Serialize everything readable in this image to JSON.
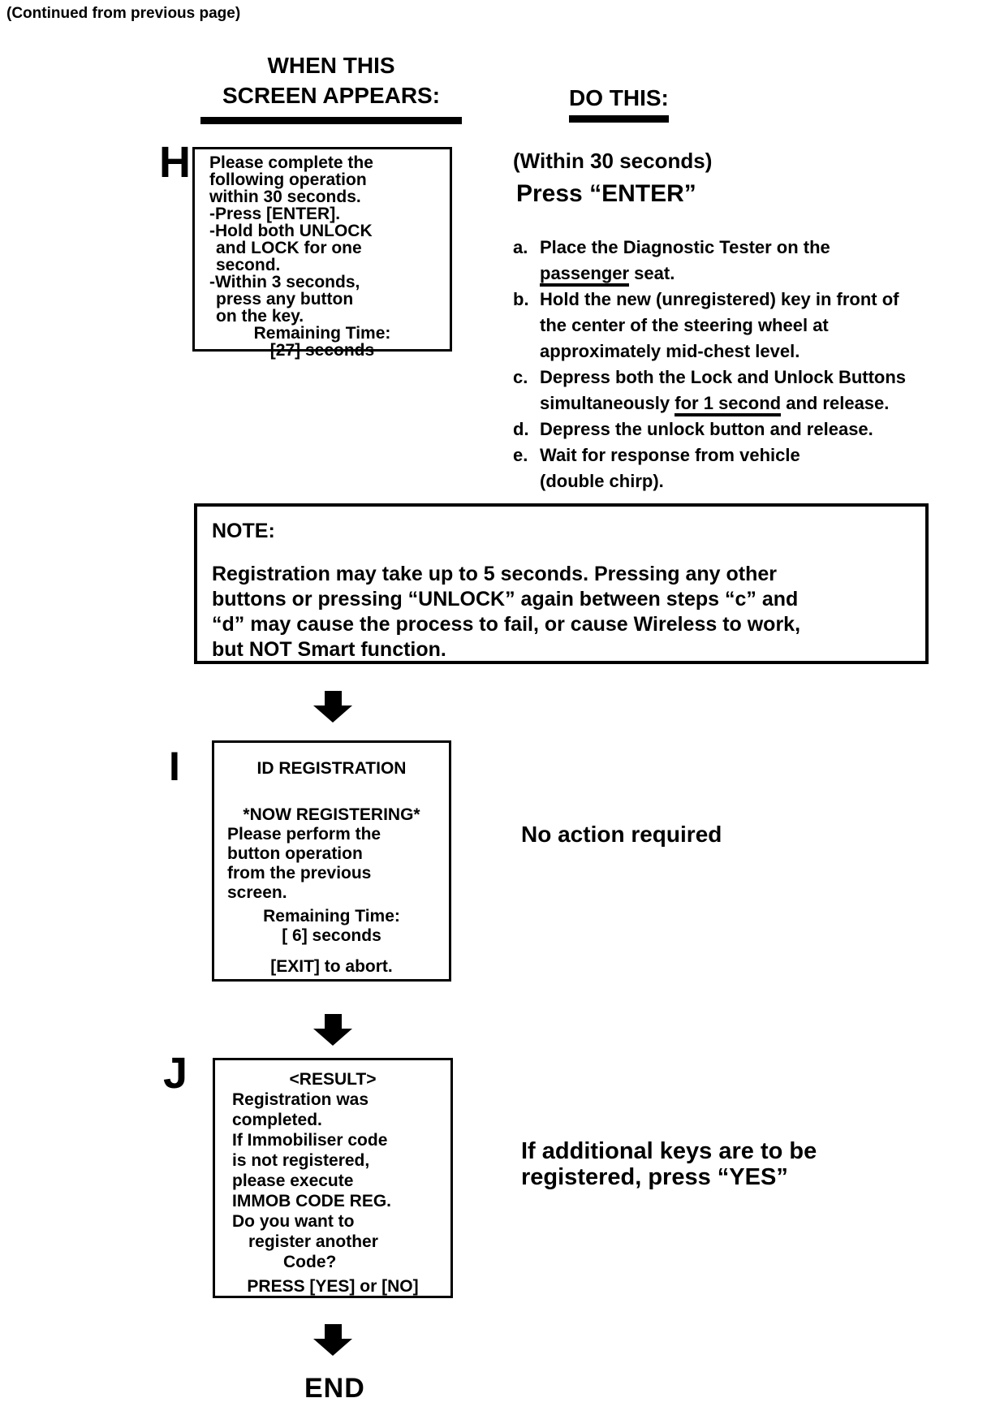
{
  "page": {
    "continued": "(Continued from previous page)",
    "end": "END",
    "text_color": "#000000",
    "bg_color": "#ffffff"
  },
  "headers": {
    "when_line1": "WHEN THIS",
    "when_line2": "SCREEN APPEARS:",
    "do_this": "DO THIS:"
  },
  "row_h": {
    "label": "H",
    "screen": {
      "lines": [
        "Please complete the",
        "following operation",
        "within 30 seconds.",
        "-Press [ENTER].",
        "-Hold both UNLOCK",
        "and LOCK for one",
        "second.",
        "-Within 3 seconds,",
        "press any button",
        "on the key."
      ],
      "remaining_label": "Remaining Time:",
      "remaining_value": "[27] seconds"
    },
    "action": {
      "within": "(Within 30 seconds)",
      "command": "Press “ENTER”",
      "steps": [
        {
          "m": "a.",
          "lines": [
            {
              "b": "Place the Diagnostic Tester on the",
              "u": "",
              "a": ""
            },
            {
              "b": "",
              "u": "passenger",
              "a": " seat."
            }
          ]
        },
        {
          "m": "b.",
          "lines": [
            {
              "b": "Hold the new (unregistered) key in front of",
              "u": "",
              "a": ""
            },
            {
              "b": "the center of the steering wheel at",
              "u": "",
              "a": ""
            },
            {
              "b": "approximately mid-chest level.",
              "u": "",
              "a": ""
            }
          ]
        },
        {
          "m": "c.",
          "lines": [
            {
              "b": "Depress both the Lock and Unlock Buttons",
              "u": "",
              "a": ""
            },
            {
              "b": "simultaneously ",
              "u": "for 1 second",
              "a": " and release."
            }
          ]
        },
        {
          "m": "d.",
          "lines": [
            {
              "b": "Depress the unlock button and release.",
              "u": "",
              "a": ""
            }
          ]
        },
        {
          "m": "e.",
          "lines": [
            {
              "b": "Wait for response from vehicle",
              "u": "",
              "a": ""
            },
            {
              "b": "(double chirp).",
              "u": "",
              "a": ""
            }
          ]
        }
      ]
    }
  },
  "note": {
    "title": "NOTE:",
    "lines": [
      "Registration may take up to 5 seconds. Pressing any other",
      "buttons or pressing “UNLOCK” again between steps “c” and",
      "“d” may cause the process to fail, or cause Wireless to work,",
      "but NOT Smart function."
    ]
  },
  "row_i": {
    "label": "I",
    "screen": {
      "title": "ID REGISTRATION",
      "status": "*NOW REGISTERING*",
      "lines": [
        "Please perform the",
        "button operation",
        "from the previous",
        "screen."
      ],
      "remaining_label": "Remaining Time:",
      "remaining_value": "[ 6] seconds",
      "abort": "[EXIT] to abort."
    },
    "action": "No action required"
  },
  "row_j": {
    "label": "J",
    "screen": {
      "title": "<RESULT>",
      "lines": [
        "Registration was",
        "completed.",
        "If Immobiliser code",
        "is not registered,",
        "please execute",
        "IMMOB CODE REG.",
        "Do you want to"
      ],
      "indent1": "register another",
      "indent2": "Code?",
      "prompt": "PRESS [YES] or [NO]"
    },
    "action_line1": "If additional keys are to be",
    "action_line2": "registered, press “YES”"
  }
}
